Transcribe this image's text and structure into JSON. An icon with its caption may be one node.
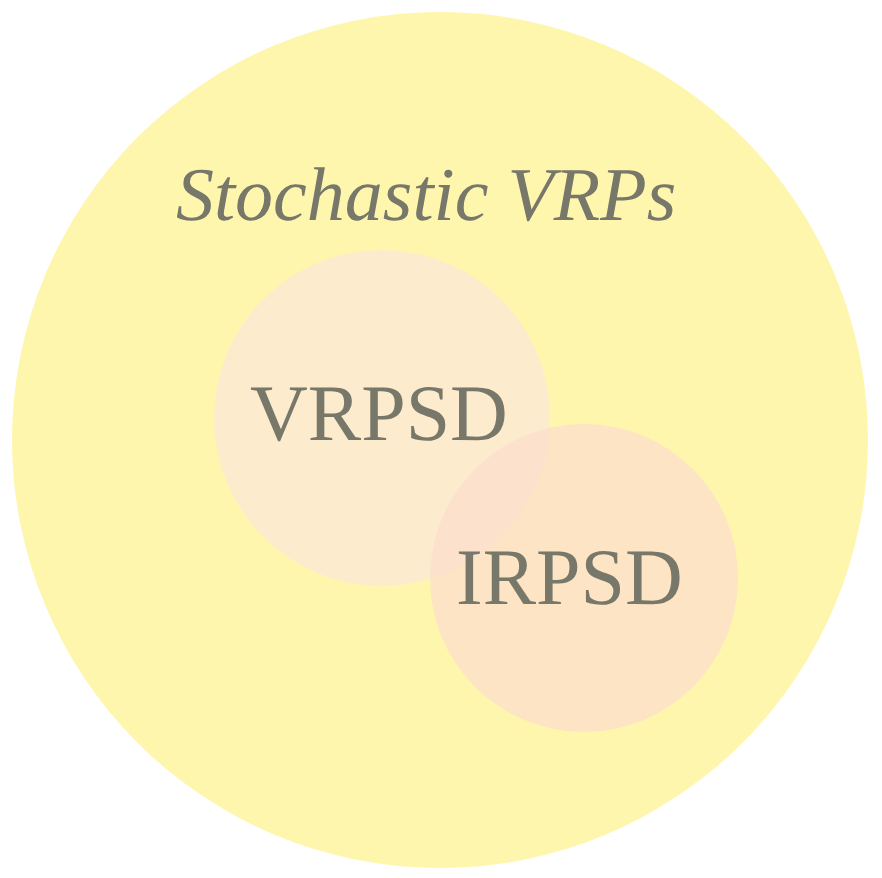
{
  "diagram": {
    "nodes": [
      {
        "text": [
          "Stochastic VRPs"
        ]
      },
      {
        "text": [
          "VRPSD"
        ],
        "in": 0
      },
      {
        "text": [
          "IRPSD"
        ],
        "in": 0
      }
    ]
  }
}
